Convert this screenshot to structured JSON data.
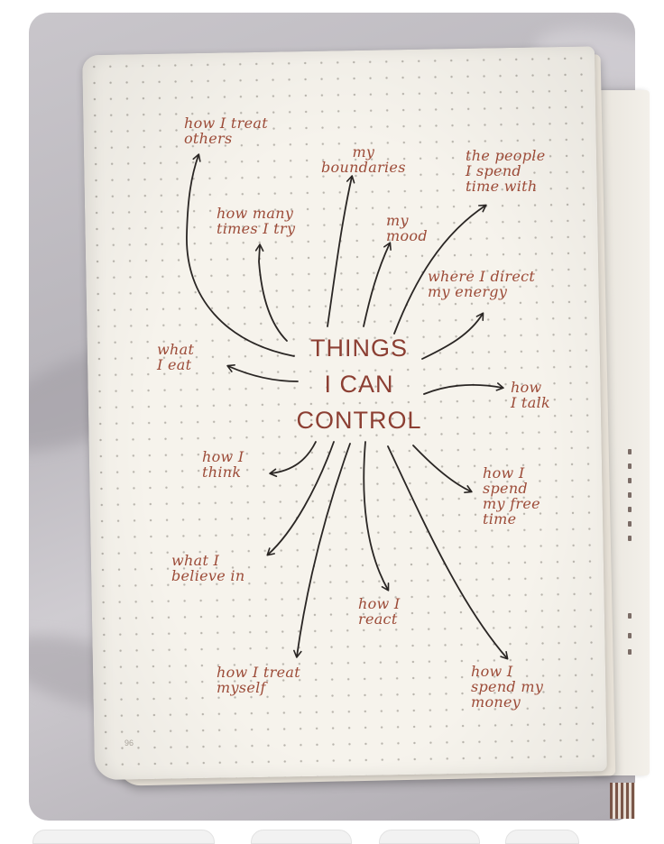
{
  "title_lines": [
    "THINGS",
    "I CAN",
    "CONTROL"
  ],
  "labels": {
    "how_i_treat_others": "how I treat\nothers",
    "my_boundaries": "my\nboundaries",
    "the_people": "the people\nI spend\ntime with",
    "how_many_times": "how many\ntimes I try",
    "my_mood": "my\nmood",
    "where_i_direct": "where I direct\nmy energy",
    "what_i_eat": "what\nI eat",
    "how_i_talk": "how\nI talk",
    "how_i_think": "how I\nthink",
    "how_i_spend_free_time": "how I\nspend\nmy free\ntime",
    "what_i_believe": "what I\nbelieve in",
    "how_i_react": "how I\nreact",
    "how_i_treat_myself": "how I treat\nmyself",
    "how_i_spend_money": "how I\nspend my\nmoney"
  },
  "page_number": "96",
  "colors": {
    "ink_red": "#9c4b38",
    "ink_black": "#2a2624",
    "paper": "#f6f3ec"
  }
}
